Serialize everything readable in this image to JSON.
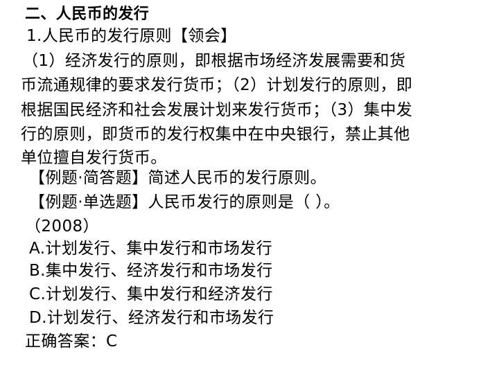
{
  "section": {
    "heading": "二、人民币的发行",
    "subheading": "1.人民币的发行原则【领会】"
  },
  "body": {
    "paragraph_lines": [
      "（1）经济发行的原则，即根据市场经济发展需要和货",
      "币流通规律的要求发行货币；（2）计划发行的原则，即",
      "根据国民经济和社会发展计划来发行货币；（3）集中发",
      "行的原则，即货币的发行权集中在中央银行，禁止其他",
      "单位擅自发行货币。"
    ]
  },
  "examples": {
    "short_answer": "【例题·简答题】简述人民币的发行原则。",
    "single_choice": "【例题·单选题】人民币发行的原则是（ ）。",
    "year": "（2008）"
  },
  "options": [
    "A.计划发行、集中发行和市场发行",
    "B.集中发行、经济发行和市场发行",
    "C.计划发行、集中发行和经济发行",
    "D.计划发行、经济发行和市场发行"
  ],
  "answer": "正确答案：C"
}
